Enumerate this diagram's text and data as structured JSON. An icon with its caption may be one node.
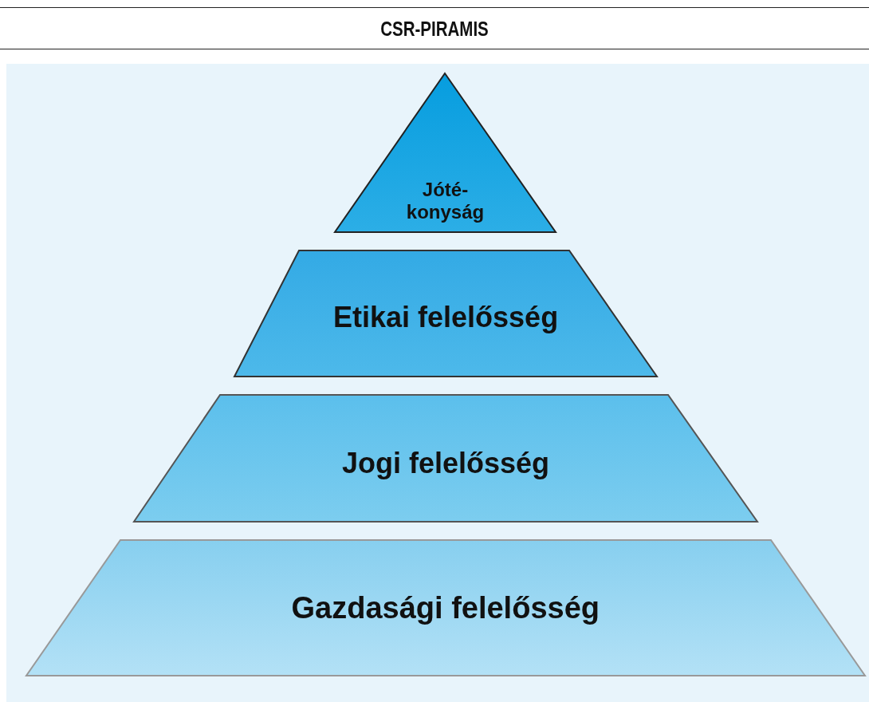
{
  "diagram": {
    "title": "CSR-PIRAMIS",
    "nodes": [
      {
        "text": [
          "Jóté- konyság"
        ]
      },
      {
        "text": [
          "Etikai felelősség"
        ]
      },
      {
        "text": [
          "Jogi felelősség"
        ]
      },
      {
        "text": [
          "Gazdasági felelősség"
        ]
      }
    ],
    "edges": []
  }
}
